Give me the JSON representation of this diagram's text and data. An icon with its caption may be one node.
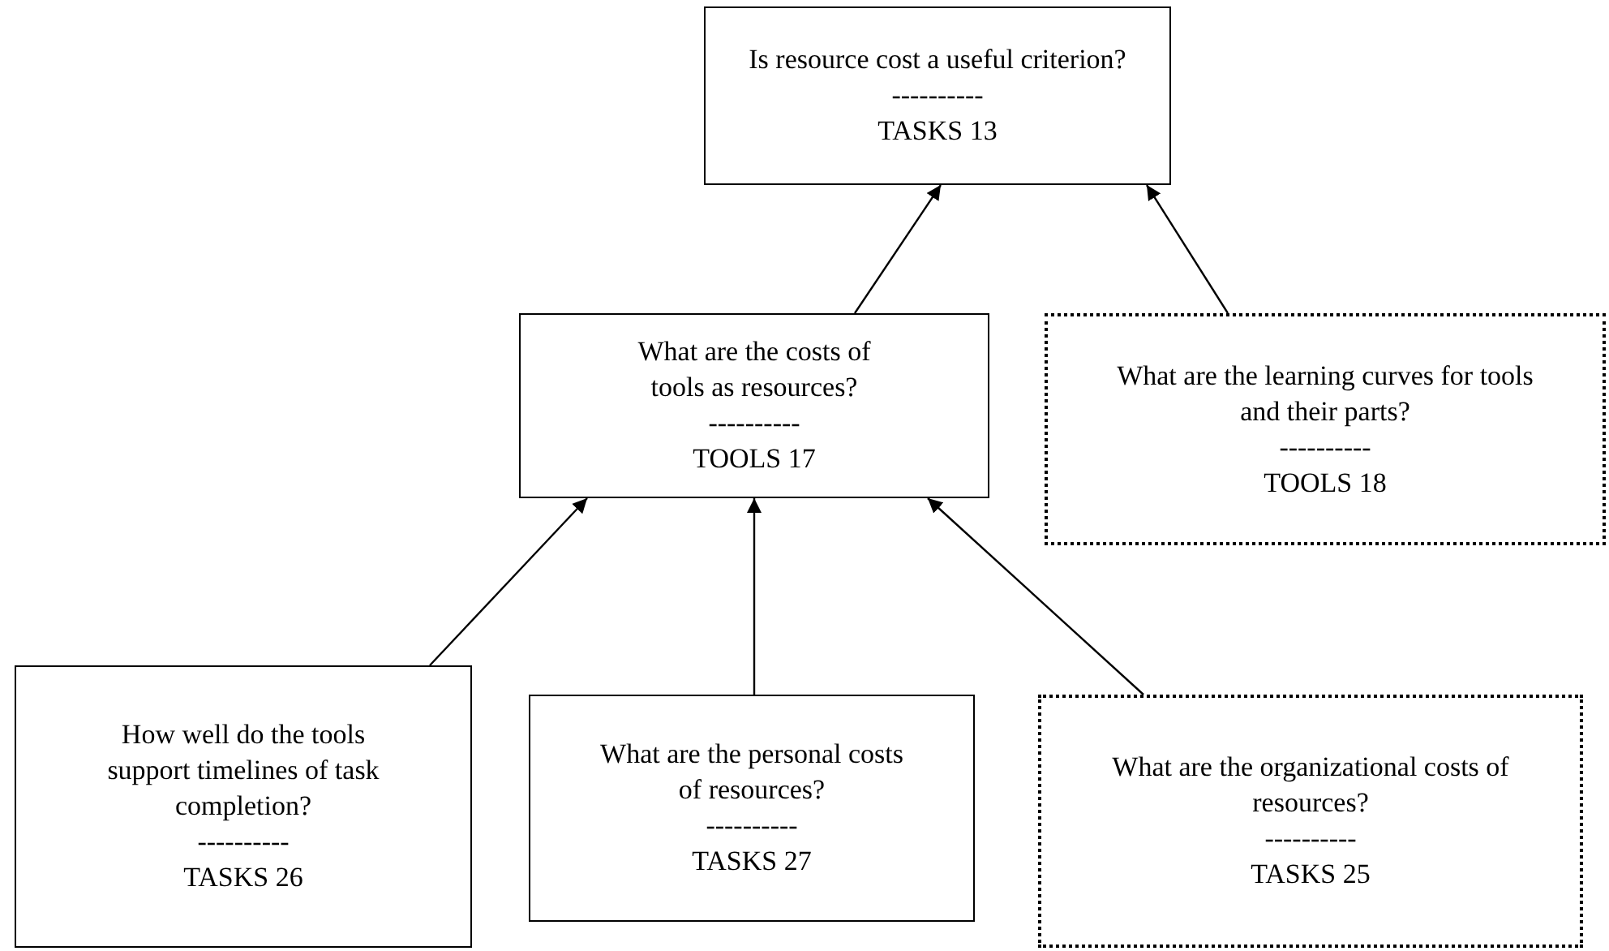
{
  "diagram": {
    "nodes": [
      {
        "text": [
          "Is resource cost a useful criterion?",
          "----------",
          "TASKS 13"
        ]
      },
      {
        "text": [
          "What are the costs of tools as resources?",
          "----------",
          "TOOLS 17"
        ]
      },
      {
        "text": [
          "What are the learning curves for tools and their parts?",
          "----------",
          "TOOLS 18"
        ]
      },
      {
        "text": [
          "How well do the tools support timelines of task completion?",
          "----------",
          "TASKS 26"
        ]
      },
      {
        "text": [
          "What are the personal costs of resources?",
          "----------",
          "TASKS 27"
        ]
      },
      {
        "text": [
          "What are the organizational costs of resources?",
          "----------",
          "TASKS 25"
        ]
      }
    ],
    "edges": [
      {
        "from": 1,
        "to": 0,
        "arrow": "to"
      },
      {
        "from": 2,
        "to": 0,
        "arrow": "to"
      },
      {
        "from": 3,
        "to": 1,
        "arrow": "to"
      },
      {
        "from": 4,
        "to": 1,
        "arrow": "to"
      },
      {
        "from": 5,
        "to": 1,
        "arrow": "to"
      }
    ]
  }
}
